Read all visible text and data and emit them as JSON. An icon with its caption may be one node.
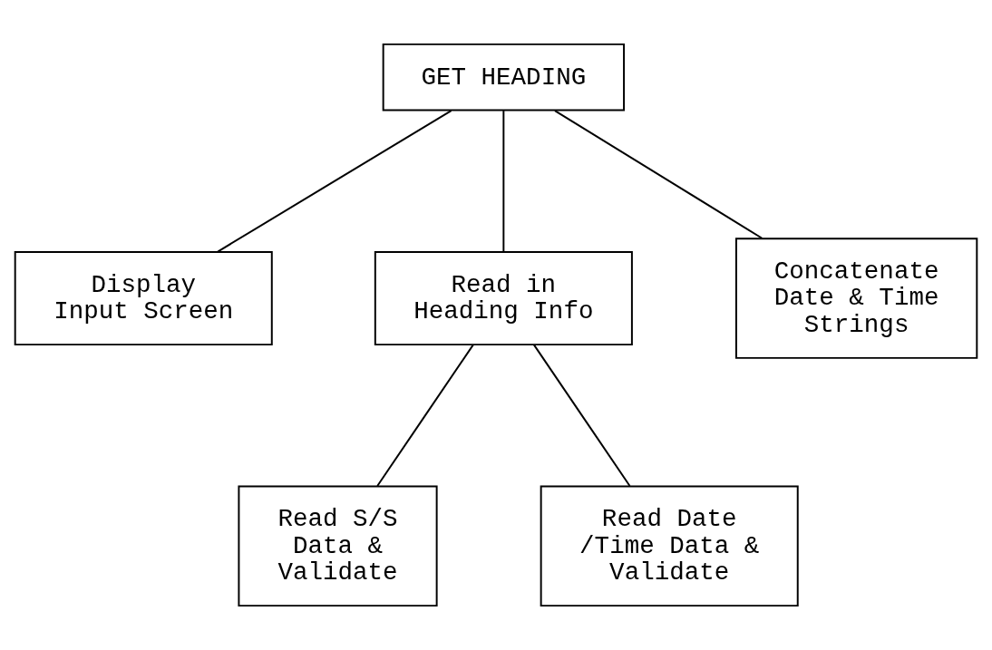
{
  "diagram": {
    "nodes": [
      {
        "text": [
          "GET HEADING"
        ]
      },
      {
        "text": [
          "Display Input Screen"
        ]
      },
      {
        "text": [
          "Read in Heading Info"
        ]
      },
      {
        "text": [
          "Concatenate Date & Time Strings"
        ]
      },
      {
        "text": [
          "Read S/S Data & Validate"
        ]
      },
      {
        "text": [
          "Read Date /Time Data & Validate"
        ]
      }
    ],
    "edges": [
      {
        "from": 0,
        "to": 1,
        "arrow": "none"
      },
      {
        "from": 0,
        "to": 2,
        "arrow": "none"
      },
      {
        "from": 0,
        "to": 3,
        "arrow": "none"
      },
      {
        "from": 2,
        "to": 4,
        "arrow": "none"
      },
      {
        "from": 2,
        "to": 5,
        "arrow": "none"
      }
    ]
  }
}
